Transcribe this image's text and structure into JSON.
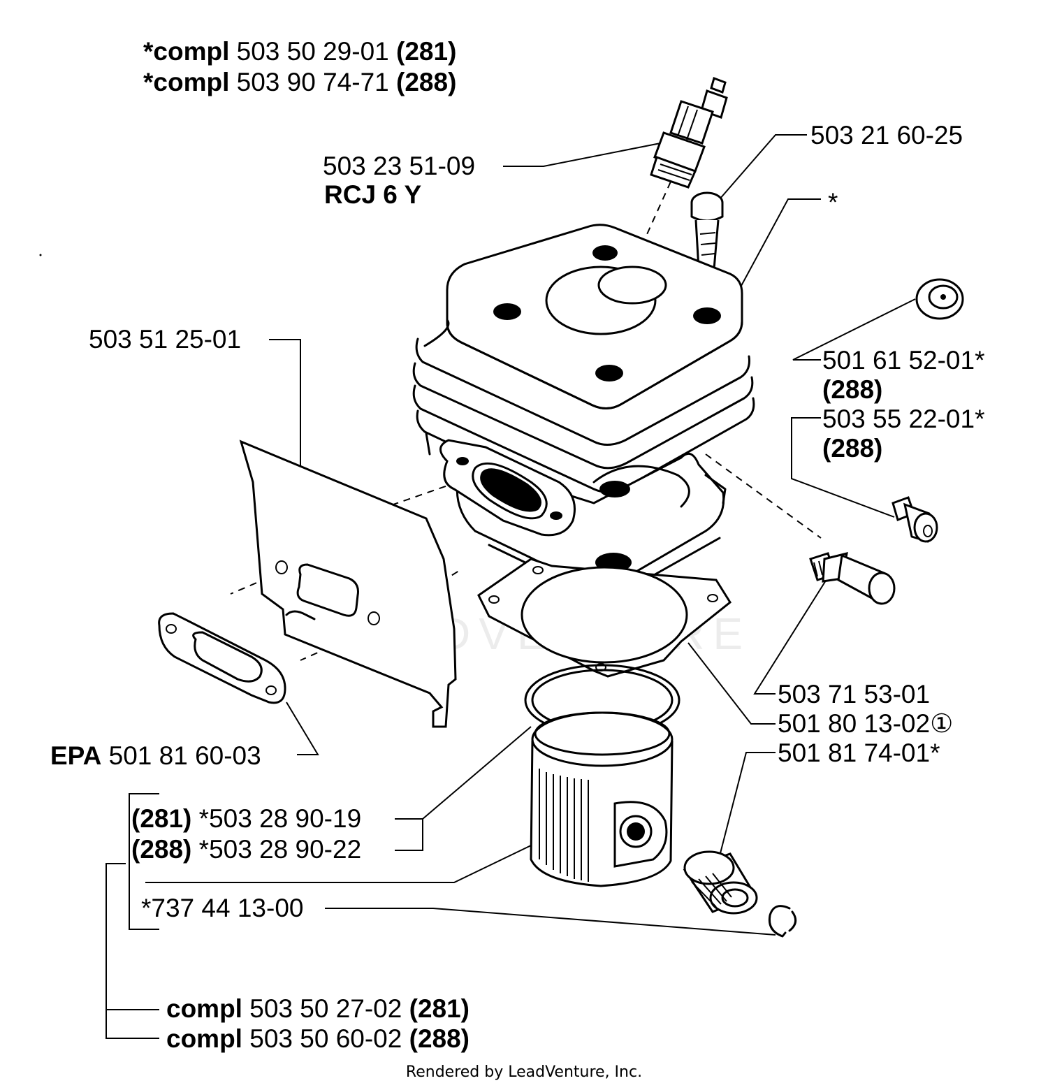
{
  "callouts": {
    "compl_281": {
      "prefix": "*compl",
      "part": "503 50 29-01",
      "suffix": "(281)"
    },
    "compl_288": {
      "prefix": "*compl",
      "part": "503 90 74-71",
      "suffix": "(288)"
    },
    "spark_plug": {
      "part": "503 23 51-09",
      "note": "RCJ 6 Y"
    },
    "screw": {
      "part": "503 21 60-25"
    },
    "cylinder_asterisk": {
      "part": "*"
    },
    "plate": {
      "part": "503 51 25-01"
    },
    "cap": {
      "part": "501 61 52-01*",
      "suffix": "(288)"
    },
    "plug": {
      "part": "503 55 22-01*",
      "suffix": "(288)"
    },
    "valve": {
      "part": "503 71 53-01"
    },
    "base_gasket": {
      "part": "501 80 13-02",
      "mark": "①"
    },
    "bearing": {
      "part": "501 81 74-01*"
    },
    "exhaust_gasket": {
      "prefix": "EPA",
      "part": "501 81 60-03"
    },
    "piston_281": {
      "prefix": "(281)",
      "part": "*503 28 90-19"
    },
    "piston_288": {
      "prefix": "(288)",
      "part": "*503 28 90-22"
    },
    "circlip": {
      "part": "*737 44 13-00"
    },
    "kit_281": {
      "prefix": "compl",
      "part": "503 50 27-02",
      "suffix": "(281)"
    },
    "kit_288": {
      "prefix": "compl",
      "part": "503 50 60-02",
      "suffix": "(288)"
    }
  },
  "watermark": "LEADVENTURE",
  "credit": "Rendered by LeadVenture, Inc."
}
